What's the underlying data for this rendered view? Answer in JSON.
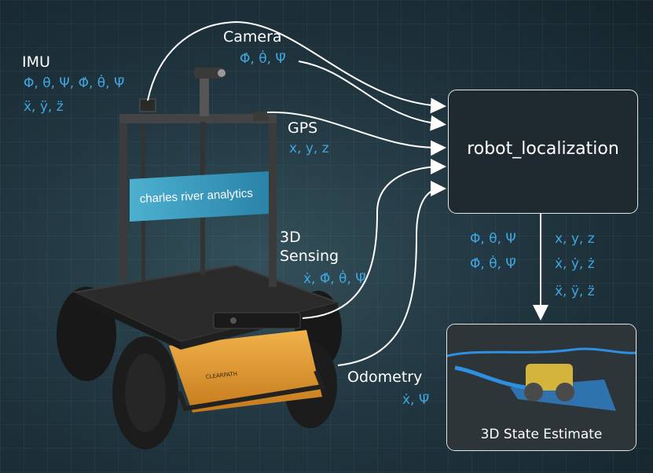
{
  "sensors": {
    "imu": {
      "label": "IMU",
      "vars_line1": "Φ, θ, Ψ, Φ̇, θ̇, Ψ̇",
      "vars_line2": "ẍ, ÿ, z̈"
    },
    "camera": {
      "label": "Camera",
      "vars": "Φ̇, θ̇, Ψ̇"
    },
    "gps": {
      "label": "GPS",
      "vars": "x, y, z"
    },
    "sensing": {
      "label_line1": "3D",
      "label_line2": "Sensing",
      "vars": "ẋ, Φ̇, θ̇, Ψ̇"
    },
    "odometry": {
      "label": "Odometry",
      "vars": "ẋ, Ψ̇"
    }
  },
  "robot_localization": {
    "label": "robot_localization"
  },
  "outputs": {
    "left_line1": "Φ, θ, Ψ",
    "left_line2": "Φ̇, θ̇, Ψ̇",
    "right_line1": "x, y, z",
    "right_line2": "ẋ, ẏ, ż",
    "right_line3": "ẍ, ÿ, z̈"
  },
  "state_estimate": {
    "label": "3D State Estimate"
  },
  "robot": {
    "banner_text": "charles river analytics",
    "bumper_text": "CLEARPATH"
  },
  "colors": {
    "accent": "#3fa6e0",
    "text": "#ffffff",
    "background": "#213640",
    "box": "#1f2a30",
    "chassis": "#e09a2e"
  }
}
